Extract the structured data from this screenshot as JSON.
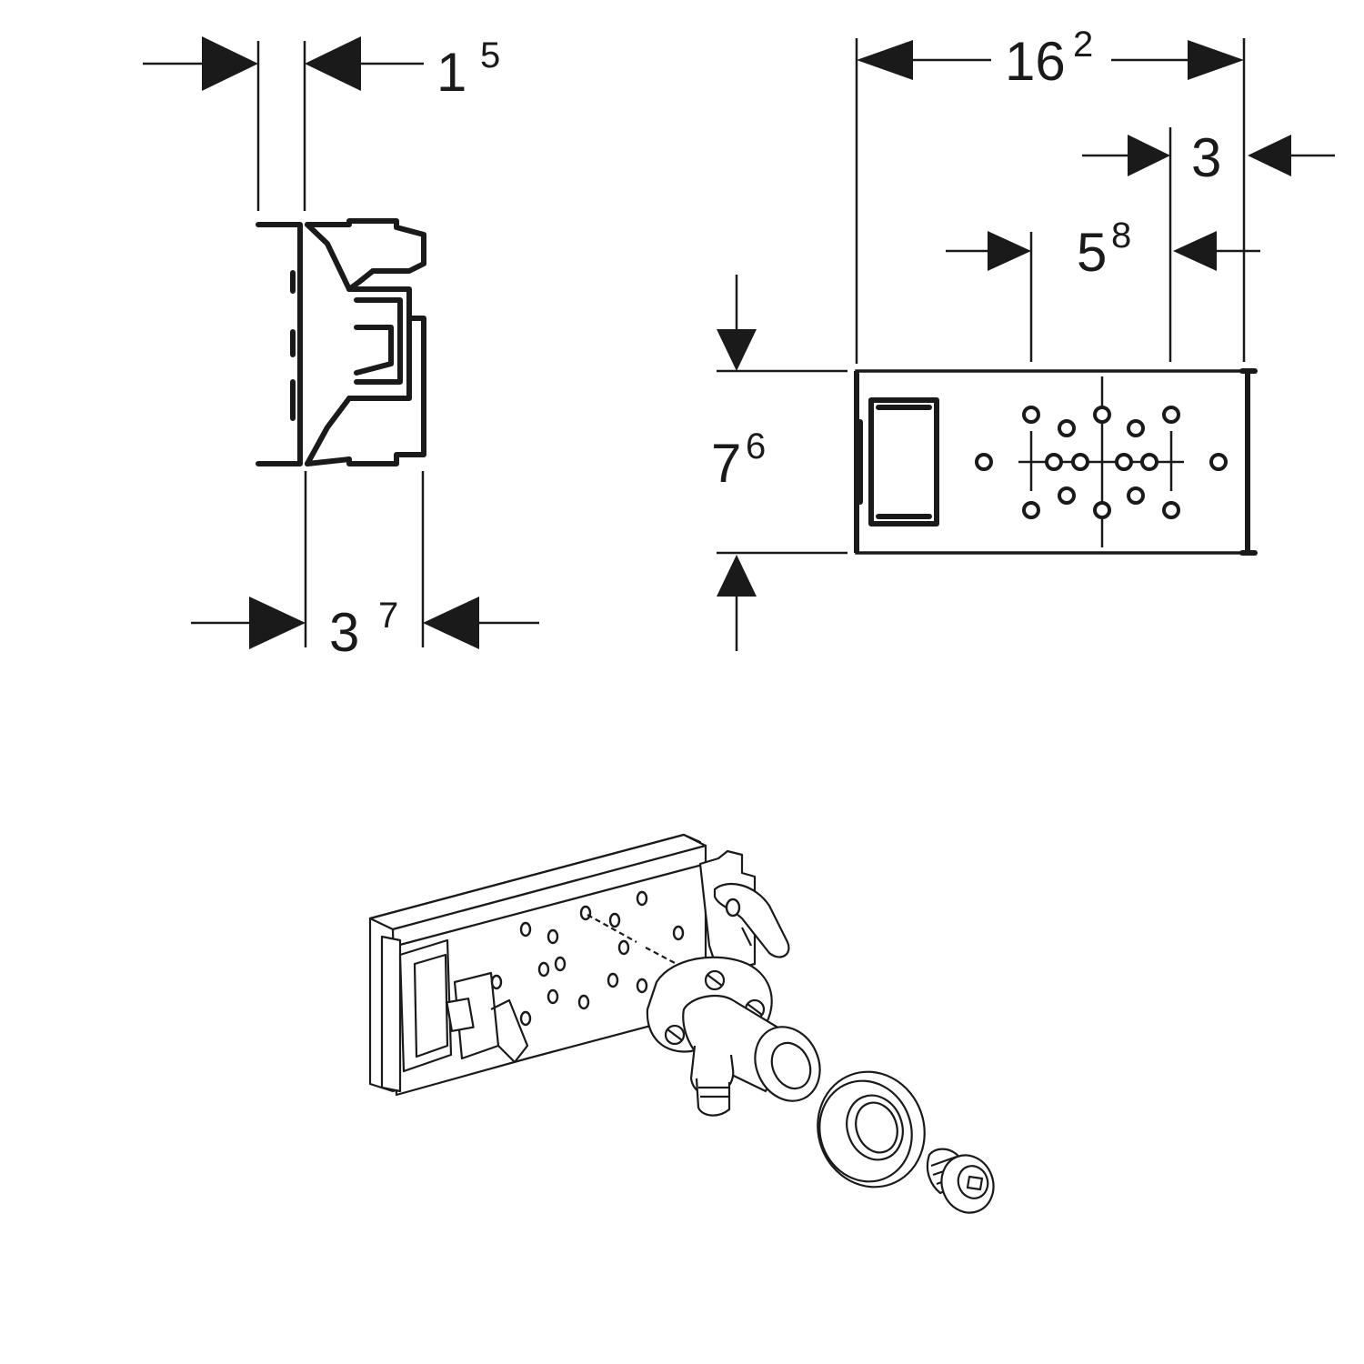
{
  "dimensions": {
    "side_top": {
      "base": "1",
      "sup": "5"
    },
    "side_bottom": {
      "base": "3",
      "sup": "7"
    },
    "front_width": {
      "base": "16",
      "sup": "2"
    },
    "front_offset_right": {
      "base": "3",
      "sup": ""
    },
    "front_hole_span": {
      "base": "5",
      "sup": "8"
    },
    "front_height": {
      "base": "7",
      "sup": "6"
    }
  },
  "views": [
    "side-view",
    "front-view",
    "isometric-assembly-view"
  ],
  "colors": {
    "line": "#1a1a1a",
    "background": "#ffffff"
  }
}
